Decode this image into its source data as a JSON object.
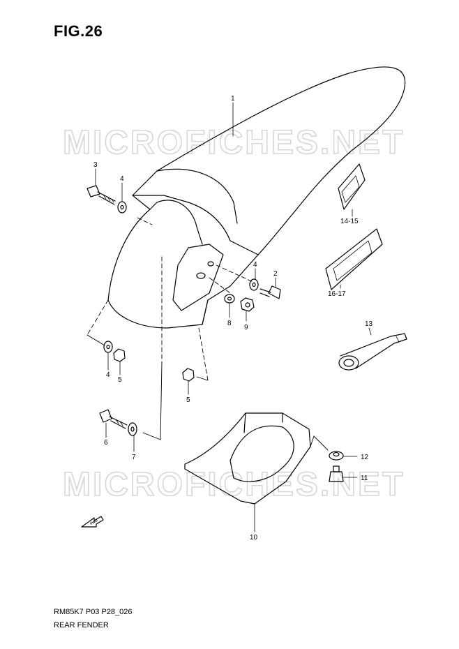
{
  "figure": {
    "title": "FIG.26",
    "model_code": "RM85K7 P03 P28_026",
    "section_name": "REAR FENDER"
  },
  "watermark": "MICROFICHES.NET",
  "fwd_label": "FWD",
  "callouts": {
    "c1": "1",
    "c2": "2",
    "c3": "3",
    "c4a": "4",
    "c4b": "4",
    "c4c": "4",
    "c5a": "5",
    "c5b": "5",
    "c6": "6",
    "c7": "7",
    "c8": "8",
    "c9": "9",
    "c10": "10",
    "c11": "11",
    "c12": "12",
    "c13": "13",
    "c14_15": "14-15",
    "c16_17": "16-17"
  }
}
